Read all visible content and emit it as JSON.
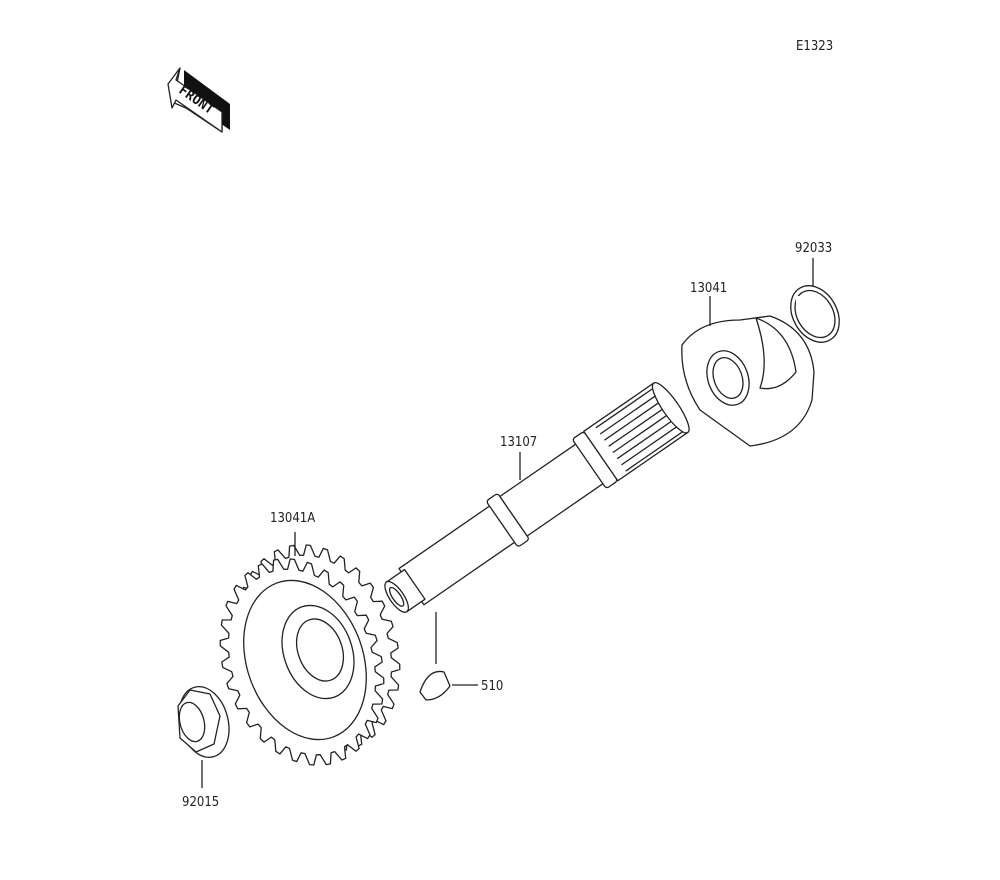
{
  "diagram": {
    "code": "E1323",
    "front_arrow": "FRONT",
    "parts": [
      {
        "number": "92033"
      },
      {
        "number": "13041"
      },
      {
        "number": "13107"
      },
      {
        "number": "13041A"
      },
      {
        "number": "510"
      },
      {
        "number": "92015"
      }
    ]
  }
}
